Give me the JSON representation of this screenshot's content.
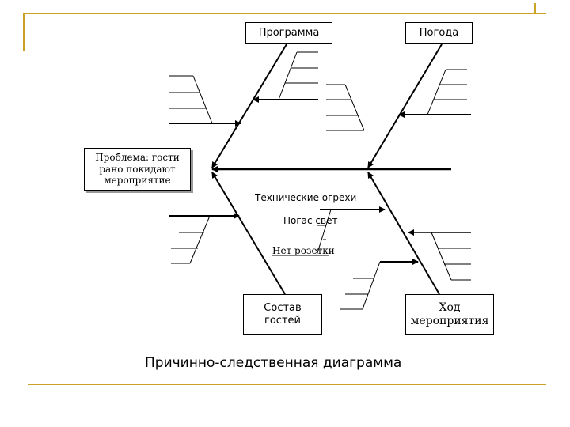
{
  "colors": {
    "accent_gold": "#c9a227",
    "line": "#000000",
    "shadow": "#9a9a9a"
  },
  "problem": "Проблема: гости\nрано покидают\nмероприятие",
  "categories": {
    "top_left": "Программа",
    "top_right": "Погода",
    "bottom_left": "Состав\nгостей",
    "bottom_right": "Ход\nмероприятия"
  },
  "causes": {
    "tech_issues": "Технические огрехи",
    "power_out": "Погас свет",
    "no_sockets": "Нет розетки"
  },
  "caption": "Причинно-следственная диаграмма"
}
